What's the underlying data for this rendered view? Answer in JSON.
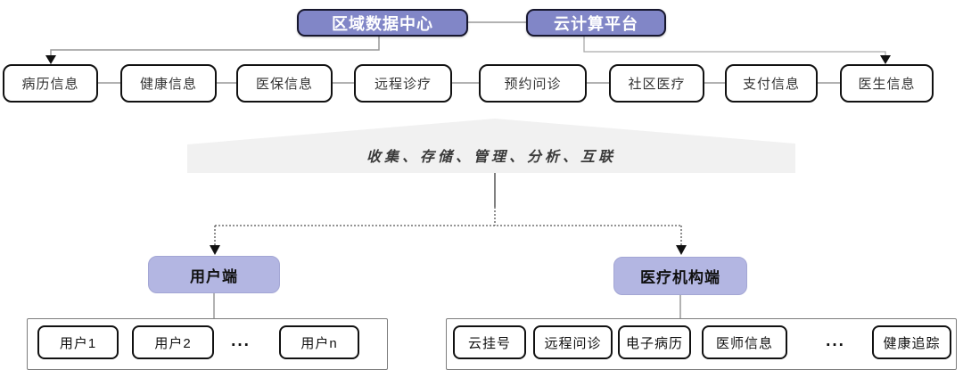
{
  "diagram": {
    "title_context": "regional-medical-cloud-architecture",
    "top_nodes": [
      {
        "label": "区域数据中心"
      },
      {
        "label": "云计算平台"
      }
    ],
    "info_nodes": [
      "病历信息",
      "健康信息",
      "医保信息",
      "远程诊疗",
      "预约问诊",
      "社区医疗",
      "支付信息",
      "医生信息"
    ],
    "banner": {
      "label": "收集、存储、管理、分析、互联"
    },
    "branches": [
      {
        "label": "用户端",
        "children": [
          "用户1",
          "用户2",
          "用户n"
        ],
        "ellipsis": "..."
      },
      {
        "label": "医疗机构端",
        "children": [
          "云挂号",
          "远程问诊",
          "电子病历",
          "医师信息",
          "健康追踪"
        ],
        "ellipsis": "..."
      }
    ],
    "colors": {
      "top_node_fill": "#8186c7",
      "top_node_border": "#17172e",
      "branch_node_fill": "#b3b6e2",
      "banner_fill": "#f1f1f1",
      "connector": "#999999",
      "dotted_connector": "#555555",
      "node_border": "#111111",
      "background": "#ffffff"
    }
  }
}
